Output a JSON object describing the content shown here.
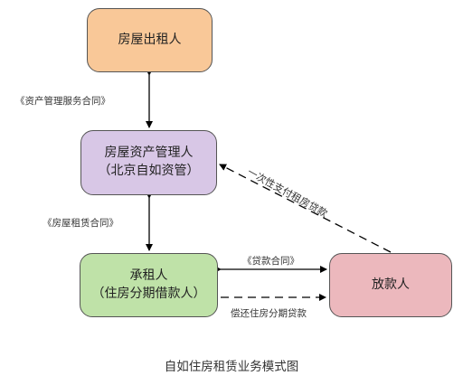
{
  "nodes": {
    "landlord": {
      "line1": "房屋出租人"
    },
    "manager": {
      "line1": "房屋资产管理人",
      "line2": "（北京自如资管）"
    },
    "tenant": {
      "line1": "承租人",
      "line2": "（住房分期借款人）"
    },
    "lender": {
      "line1": "放款人"
    }
  },
  "edges": {
    "asset_contract": "《资产管理服务合同》",
    "lease_contract": "《房屋租赁合同》",
    "loan_contract": "《贷款合同》",
    "repay": "偿还住房分期贷款",
    "one_time_payment": "一次性支付租房贷款"
  },
  "caption": "自如住房租赁业务模式图"
}
